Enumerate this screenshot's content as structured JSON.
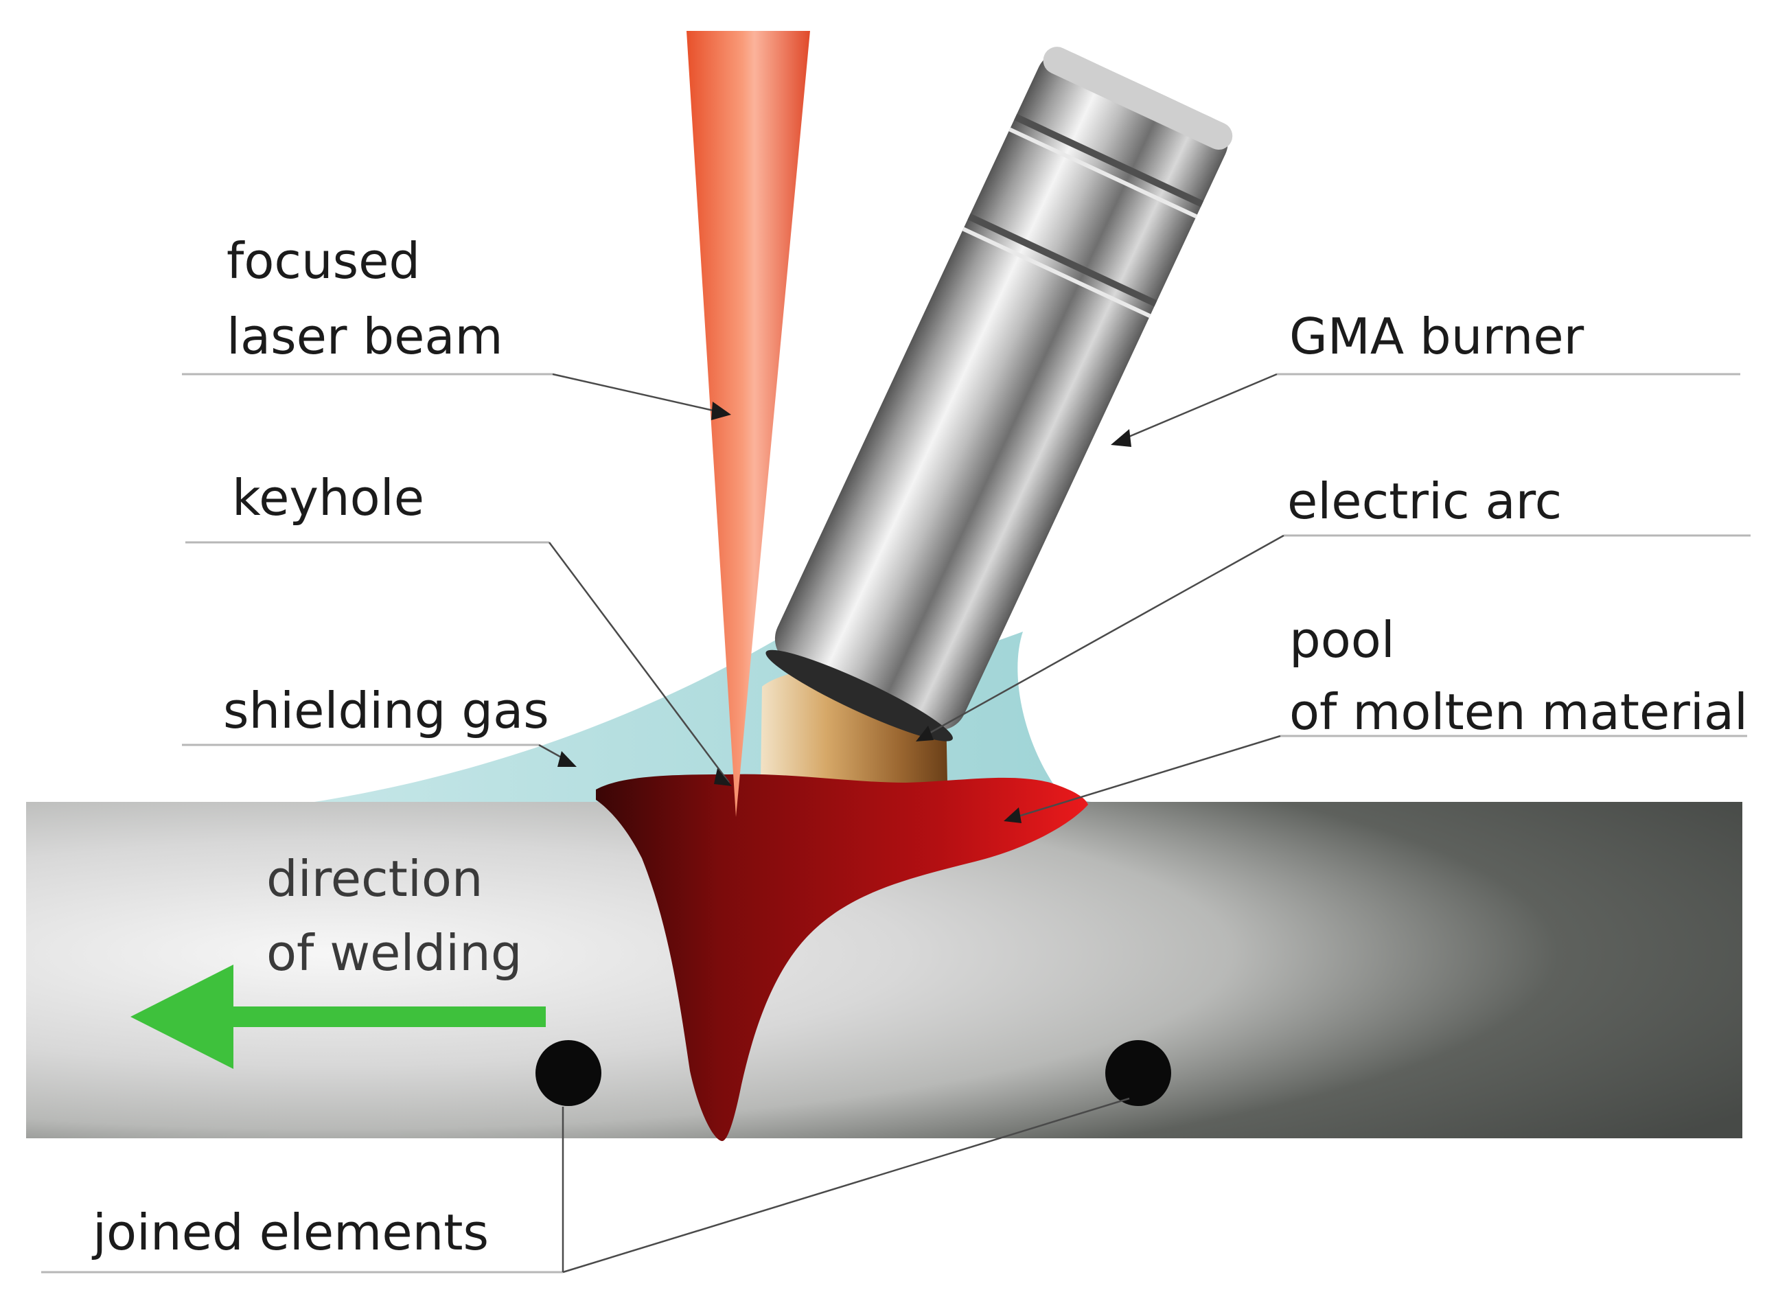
{
  "labels": {
    "laser_beam_line1": "focused",
    "laser_beam_line2": "laser beam",
    "keyhole": "keyhole",
    "shielding_gas": "shielding gas",
    "direction_line1": "direction",
    "direction_line2": "of welding",
    "joined_elements": "joined elements",
    "gma_burner": "GMA burner",
    "electric_arc": "electric arc",
    "pool_line1": "pool",
    "pool_line2": "of molten material"
  },
  "colors": {
    "laser_beam": "#f0623a",
    "shielding_gas": "#a9d8d9",
    "molten_pool_dark": "#5a0b0b",
    "molten_pool_bright": "#e2141a",
    "direction_arrow": "#3ec13c",
    "weld_plate_light": "#f2f2f2",
    "weld_plate_dark": "#474a47",
    "electric_arc": "#c88a4a",
    "burner_metal": "#a9a9a9"
  }
}
